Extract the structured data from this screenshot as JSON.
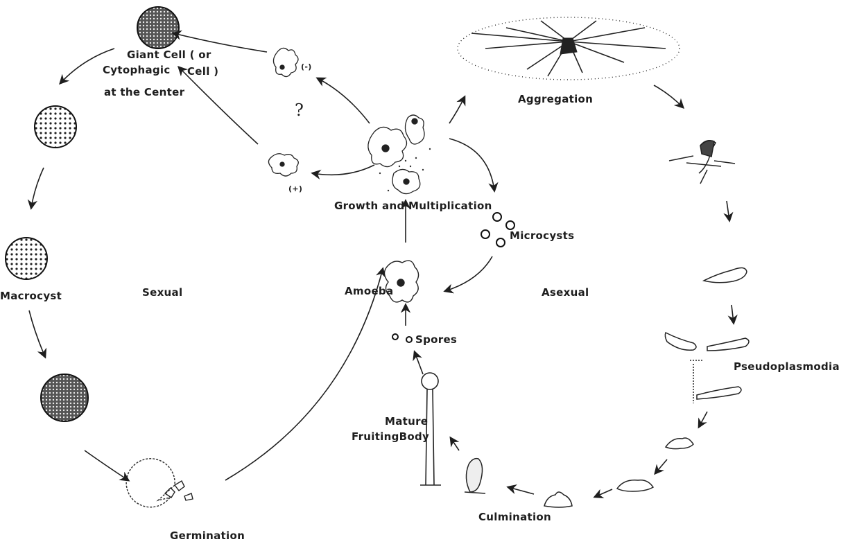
{
  "labels": {
    "giant_cell_line1": "Giant Cell ( or",
    "giant_cell_line2": "Cytophagic",
    "giant_cell_line3": "Cell )",
    "giant_cell_line4": "at the Center",
    "question": "?",
    "minus": "(-)",
    "plus": "(+)",
    "growth": "Growth and Multiplication",
    "microcysts": "Microcysts",
    "aggregation": "Aggregation",
    "macrocyst": "Macrocyst",
    "sexual": "Sexual",
    "asexual": "Asexual",
    "amoeba": "Amoeba",
    "spores": "Spores",
    "pseudoplasmodia": "Pseudoplasmodia",
    "mature": "Mature",
    "fruiting_body": "FruitingBody",
    "culmination": "Culmination",
    "germination": "Germination"
  },
  "colors": {
    "ink": "#1e1e1e",
    "background": "#ffffff"
  }
}
